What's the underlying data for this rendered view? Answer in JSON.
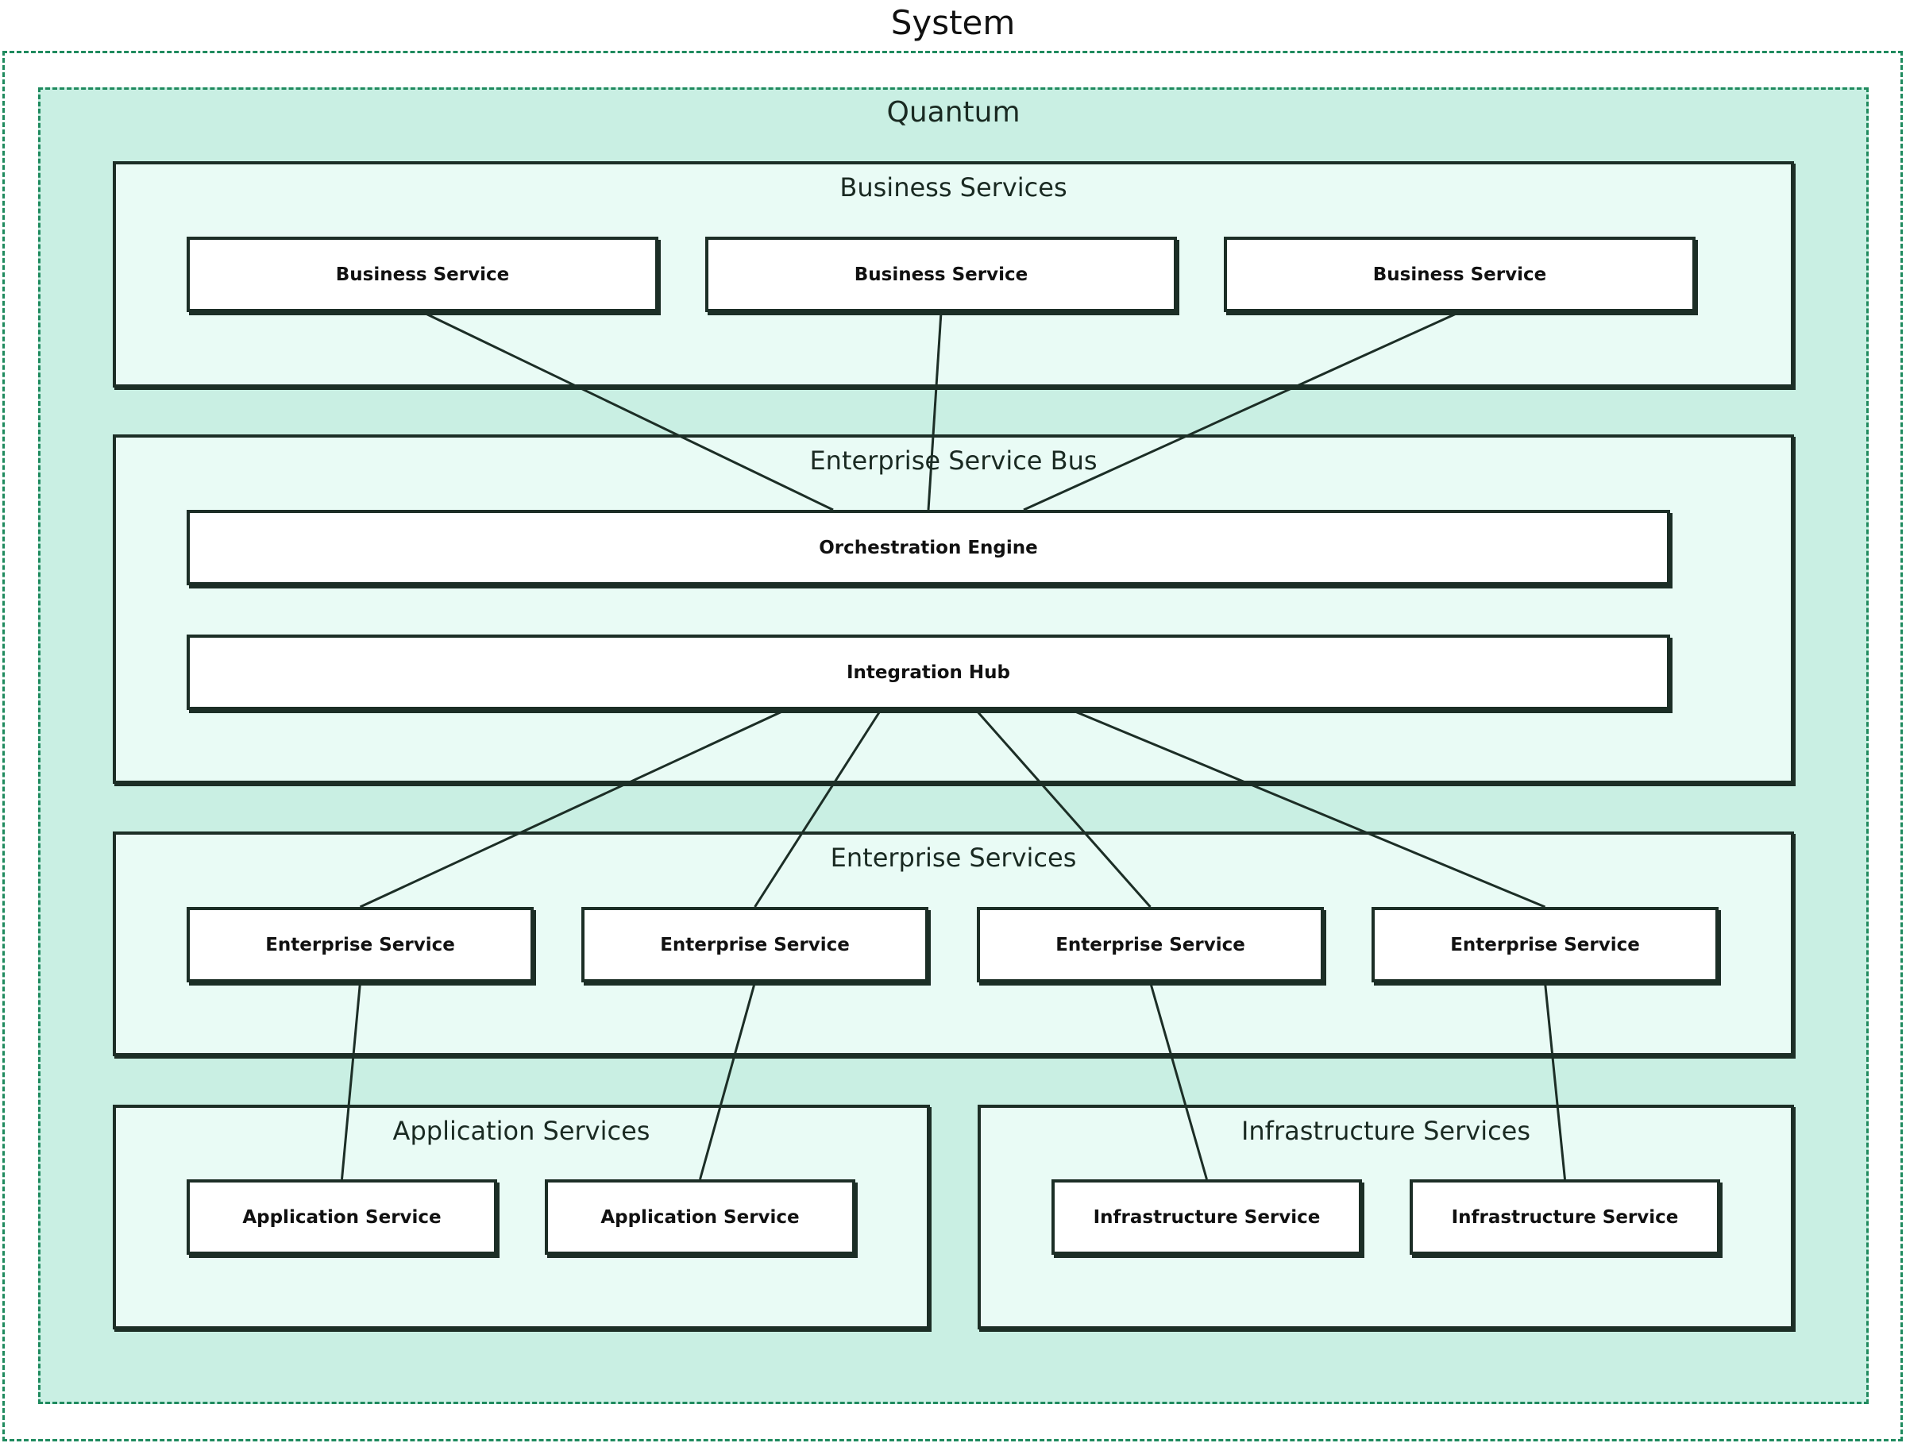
{
  "system": {
    "title": "System"
  },
  "quantum": {
    "title": "Quantum"
  },
  "layers": {
    "business": "Business Services",
    "esb": "Enterprise Service Bus",
    "enterprise": "Enterprise Services",
    "application": "Application Services",
    "infrastructure": "Infrastructure Services"
  },
  "nodes": {
    "business_1": "Business Service",
    "business_2": "Business Service",
    "business_3": "Business Service",
    "orchestration": "Orchestration Engine",
    "integration": "Integration Hub",
    "enterprise_1": "Enterprise Service",
    "enterprise_2": "Enterprise Service",
    "enterprise_3": "Enterprise Service",
    "enterprise_4": "Enterprise Service",
    "application_1": "Application Service",
    "application_2": "Application Service",
    "infrastructure_1": "Infrastructure Service",
    "infrastructure_2": "Infrastructure Service"
  },
  "connections": [
    [
      "business_1",
      "orchestration"
    ],
    [
      "business_2",
      "orchestration"
    ],
    [
      "business_3",
      "orchestration"
    ],
    [
      "integration",
      "enterprise_1"
    ],
    [
      "integration",
      "enterprise_2"
    ],
    [
      "integration",
      "enterprise_3"
    ],
    [
      "integration",
      "enterprise_4"
    ],
    [
      "enterprise_1",
      "application_1"
    ],
    [
      "enterprise_2",
      "application_2"
    ],
    [
      "enterprise_3",
      "infrastructure_1"
    ],
    [
      "enterprise_4",
      "infrastructure_2"
    ]
  ],
  "colors": {
    "boundary": "#1f8a5e",
    "quantum_fill": "#c9efe3",
    "layer_fill": "#e9fbf5",
    "stroke": "#1c2e26"
  }
}
